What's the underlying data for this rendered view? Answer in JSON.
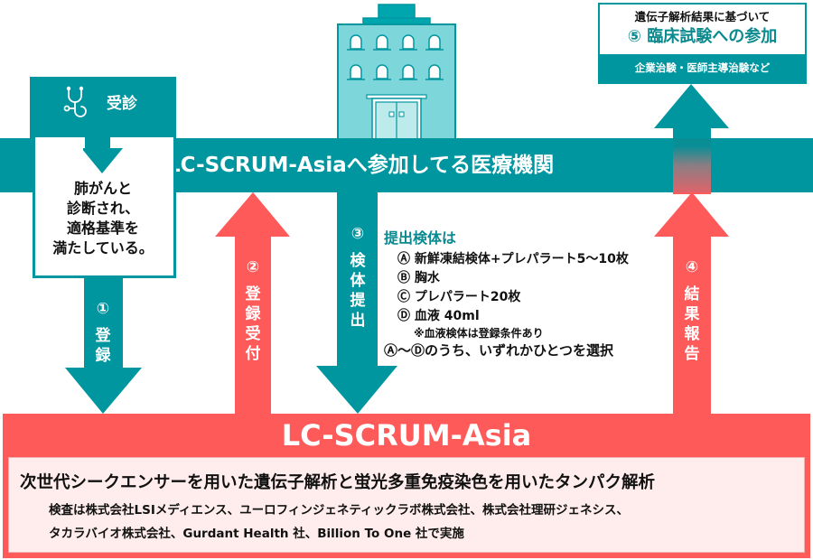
{
  "colors": {
    "teal": "#0096A0",
    "teal_text": "#0A8A8F",
    "red": "#FF5A5A",
    "pink_bg": "#FFEDED",
    "building_fill": "#7DD6DA",
    "building_dark": "#00A6AE"
  },
  "institution_band": {
    "title": "LC-SCRUM-Asiaへ参加してる医療機関",
    "icon": "hospital-building-icon"
  },
  "visit": {
    "icon": "stethoscope-icon",
    "label": "受診",
    "diagnosis_lines": [
      "肺がんと",
      "診断され、",
      "適格基準を",
      "満たしている。"
    ]
  },
  "steps": [
    {
      "num": "①",
      "chars": [
        "登",
        "録"
      ],
      "direction": "down",
      "color": "teal"
    },
    {
      "num": "②",
      "chars": [
        "登",
        "録",
        "受",
        "付"
      ],
      "direction": "up",
      "color": "red"
    },
    {
      "num": "③",
      "chars": [
        "検",
        "体",
        "提",
        "出"
      ],
      "direction": "down",
      "color": "teal"
    },
    {
      "num": "④",
      "chars": [
        "結",
        "果",
        "報",
        "告"
      ],
      "direction": "up",
      "color": "red"
    }
  ],
  "specimens": {
    "title": "提出検体は",
    "items": [
      "Ⓐ 新鮮凍結検体+プレパラート5～10枚",
      "Ⓑ 胸水",
      "Ⓒ プレパラート20枚",
      "Ⓓ 血液 40ml"
    ],
    "note": "※血液検体は登録条件あり",
    "select": "Ⓐ～Ⓓのうち、いずれかひとつを選択"
  },
  "trial": {
    "pre": "遺伝子解析結果に基づいて",
    "title": "⑤ 臨床試験への参加",
    "sub": "企業治験・医師主導治験など"
  },
  "lcscrum": {
    "title": "LC-SCRUM-Asia",
    "main": "次世代シークエンサーを用いた遺伝子解析と蛍光多重免疫染色を用いたタンパク解析",
    "sub_line1": "検査は株式会社LSIメディエンス、ユーロフィンジェネティックラボ株式会社、株式会社理研ジェネシス、",
    "sub_line2": "タカラバイオ株式会社、Gurdant Health 社、Billion To One 社で実施"
  }
}
